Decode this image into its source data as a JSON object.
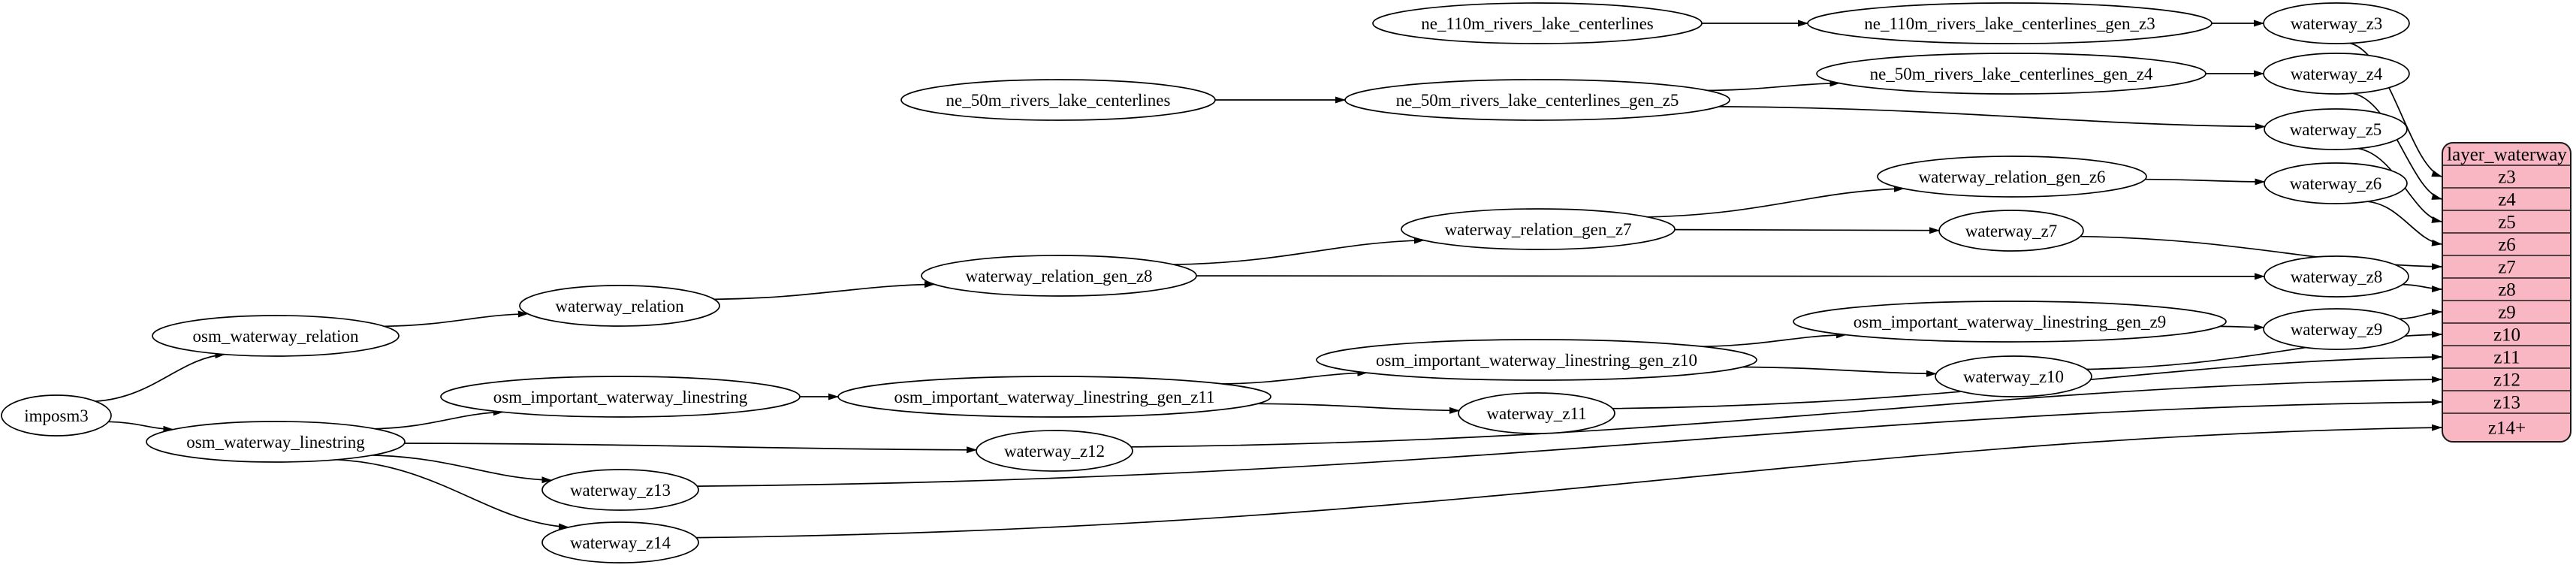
{
  "diagram": {
    "type": "etl-dependency-graph",
    "colors": {
      "background": "#ffffff",
      "node_fill": "#ffffff",
      "node_stroke": "#000000",
      "edge": "#000000",
      "text": "#000000",
      "table_fill": "#f9b7c3",
      "table_stroke": "#1a1a1a"
    },
    "nodes": {
      "imposm3": "imposm3",
      "osm_waterway_relation": "osm_waterway_relation",
      "osm_waterway_linestring": "osm_waterway_linestring",
      "waterway_relation": "waterway_relation",
      "osm_important_waterway_linestring": "osm_important_waterway_linestring",
      "waterway_z13": "waterway_z13",
      "waterway_z14": "waterway_z14",
      "ne_50m_rivers_lake_centerlines": "ne_50m_rivers_lake_centerlines",
      "waterway_relation_gen_z8": "waterway_relation_gen_z8",
      "osm_important_waterway_linestring_gen_z11": "osm_important_waterway_linestring_gen_z11",
      "waterway_z12": "waterway_z12",
      "ne_110m_rivers_lake_centerlines": "ne_110m_rivers_lake_centerlines",
      "ne_50m_rivers_lake_centerlines_gen_z5": "ne_50m_rivers_lake_centerlines_gen_z5",
      "waterway_relation_gen_z7": "waterway_relation_gen_z7",
      "osm_important_waterway_linestring_gen_z10": "osm_important_waterway_linestring_gen_z10",
      "waterway_z11": "waterway_z11",
      "ne_110m_rivers_lake_centerlines_gen_z3": "ne_110m_rivers_lake_centerlines_gen_z3",
      "ne_50m_rivers_lake_centerlines_gen_z4": "ne_50m_rivers_lake_centerlines_gen_z4",
      "waterway_relation_gen_z6": "waterway_relation_gen_z6",
      "waterway_z7": "waterway_z7",
      "osm_important_waterway_linestring_gen_z9": "osm_important_waterway_linestring_gen_z9",
      "waterway_z10": "waterway_z10",
      "waterway_z3": "waterway_z3",
      "waterway_z4": "waterway_z4",
      "waterway_z5": "waterway_z5",
      "waterway_z6": "waterway_z6",
      "waterway_z8": "waterway_z8",
      "waterway_z9": "waterway_z9"
    },
    "table": {
      "title": "layer_waterway",
      "rows": [
        "z3",
        "z4",
        "z5",
        "z6",
        "z7",
        "z8",
        "z9",
        "z10",
        "z11",
        "z12",
        "z13",
        "z14+"
      ]
    },
    "edges": [
      [
        "ne_110m_rivers_lake_centerlines",
        "ne_110m_rivers_lake_centerlines_gen_z3"
      ],
      [
        "ne_110m_rivers_lake_centerlines_gen_z3",
        "waterway_z3"
      ],
      [
        "ne_50m_rivers_lake_centerlines",
        "ne_50m_rivers_lake_centerlines_gen_z5"
      ],
      [
        "ne_50m_rivers_lake_centerlines_gen_z5",
        "ne_50m_rivers_lake_centerlines_gen_z4"
      ],
      [
        "ne_50m_rivers_lake_centerlines_gen_z5",
        "waterway_z5"
      ],
      [
        "ne_50m_rivers_lake_centerlines_gen_z4",
        "waterway_z4"
      ],
      [
        "imposm3",
        "osm_waterway_relation"
      ],
      [
        "imposm3",
        "osm_waterway_linestring"
      ],
      [
        "osm_waterway_relation",
        "waterway_relation"
      ],
      [
        "waterway_relation",
        "waterway_relation_gen_z8"
      ],
      [
        "waterway_relation_gen_z8",
        "waterway_relation_gen_z7"
      ],
      [
        "waterway_relation_gen_z8",
        "waterway_z8"
      ],
      [
        "waterway_relation_gen_z7",
        "waterway_relation_gen_z6"
      ],
      [
        "waterway_relation_gen_z7",
        "waterway_z7"
      ],
      [
        "waterway_relation_gen_z6",
        "waterway_z6"
      ],
      [
        "osm_waterway_linestring",
        "osm_important_waterway_linestring"
      ],
      [
        "osm_waterway_linestring",
        "waterway_z12"
      ],
      [
        "osm_waterway_linestring",
        "waterway_z13"
      ],
      [
        "osm_waterway_linestring",
        "waterway_z14"
      ],
      [
        "osm_important_waterway_linestring",
        "osm_important_waterway_linestring_gen_z11"
      ],
      [
        "osm_important_waterway_linestring_gen_z11",
        "osm_important_waterway_linestring_gen_z10"
      ],
      [
        "osm_important_waterway_linestring_gen_z11",
        "waterway_z11"
      ],
      [
        "osm_important_waterway_linestring_gen_z10",
        "osm_important_waterway_linestring_gen_z9"
      ],
      [
        "osm_important_waterway_linestring_gen_z10",
        "waterway_z10"
      ],
      [
        "osm_important_waterway_linestring_gen_z9",
        "waterway_z9"
      ],
      [
        "waterway_z3",
        "layer_waterway:z3"
      ],
      [
        "waterway_z4",
        "layer_waterway:z4"
      ],
      [
        "waterway_z5",
        "layer_waterway:z5"
      ],
      [
        "waterway_z6",
        "layer_waterway:z6"
      ],
      [
        "waterway_z7",
        "layer_waterway:z7"
      ],
      [
        "waterway_z8",
        "layer_waterway:z8"
      ],
      [
        "waterway_z9",
        "layer_waterway:z9"
      ],
      [
        "waterway_z10",
        "layer_waterway:z10"
      ],
      [
        "waterway_z11",
        "layer_waterway:z11"
      ],
      [
        "waterway_z12",
        "layer_waterway:z12"
      ],
      [
        "waterway_z13",
        "layer_waterway:z13"
      ],
      [
        "waterway_z14",
        "layer_waterway:z14+"
      ]
    ]
  }
}
